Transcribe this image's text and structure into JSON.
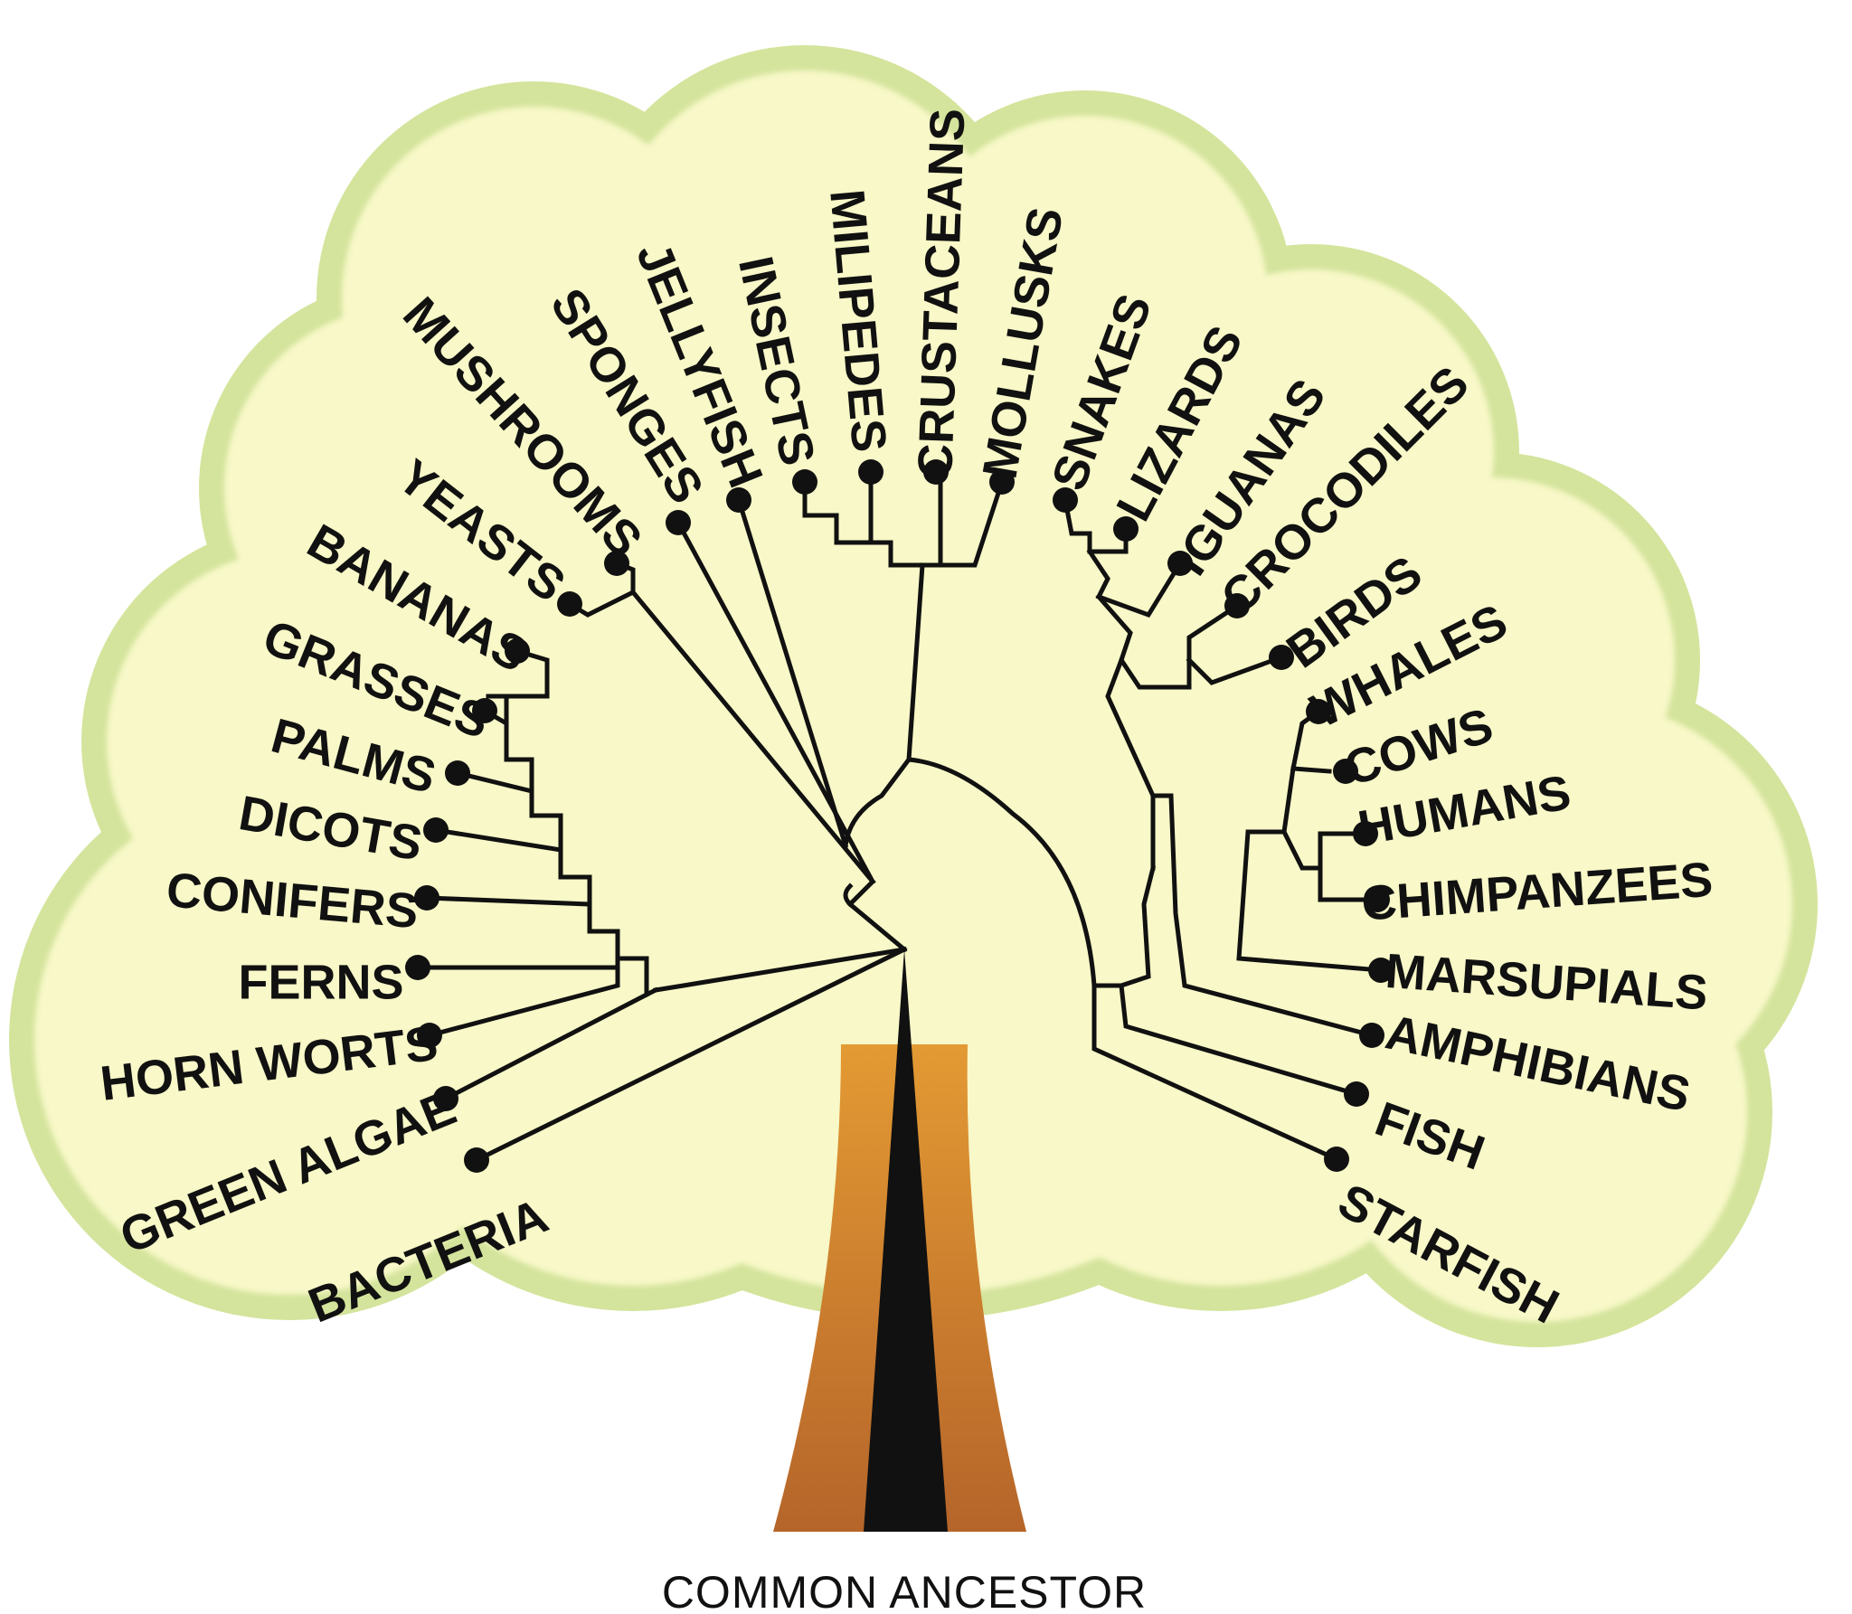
{
  "root": {
    "label": "COMMON ANCESTOR"
  },
  "leaves": [
    {
      "id": "bacteria",
      "label": "BACTERIA"
    },
    {
      "id": "green-algae",
      "label": "GREEN ALGAE"
    },
    {
      "id": "horn-worts",
      "label": "HORN WORTS"
    },
    {
      "id": "ferns",
      "label": "FERNS"
    },
    {
      "id": "conifers",
      "label": "CONIFERS"
    },
    {
      "id": "dicots",
      "label": "DICOTS"
    },
    {
      "id": "palms",
      "label": "PALMS"
    },
    {
      "id": "grasses",
      "label": "GRASSES"
    },
    {
      "id": "bananas",
      "label": "BANANAS"
    },
    {
      "id": "yeasts",
      "label": "YEASTS"
    },
    {
      "id": "mushrooms",
      "label": "MUSHROOMS"
    },
    {
      "id": "sponges",
      "label": "SPONGES"
    },
    {
      "id": "jellyfish",
      "label": "JELLYFISH"
    },
    {
      "id": "insects",
      "label": "INSECTS"
    },
    {
      "id": "milipedes",
      "label": "MILIPEDES"
    },
    {
      "id": "crustaceans",
      "label": "CRUSTACEANS"
    },
    {
      "id": "mollusks",
      "label": "MOLLUSKS"
    },
    {
      "id": "snakes",
      "label": "SNAKES"
    },
    {
      "id": "lizards",
      "label": "LIZARDS"
    },
    {
      "id": "iguanas",
      "label": "IGUANAS"
    },
    {
      "id": "crocodiles",
      "label": "CROCODILES"
    },
    {
      "id": "birds",
      "label": "BIRDS"
    },
    {
      "id": "whales",
      "label": "WHALES"
    },
    {
      "id": "cows",
      "label": "COWS"
    },
    {
      "id": "humans",
      "label": "HUMANS"
    },
    {
      "id": "chimpanzees",
      "label": "CHIMPANZEES"
    },
    {
      "id": "marsupials",
      "label": "MARSUPIALS"
    },
    {
      "id": "amphibians",
      "label": "AMPHIBIANS"
    },
    {
      "id": "fish",
      "label": "FISH"
    },
    {
      "id": "starfish",
      "label": "STARFISH"
    }
  ],
  "colors": {
    "canopy_fill": "#f7f7c4",
    "canopy_edge": "#d6e6a0",
    "trunk_light": "#e09a3a",
    "trunk_dark": "#b8692a",
    "trunk_core": "#111111",
    "lines": "#111111"
  }
}
